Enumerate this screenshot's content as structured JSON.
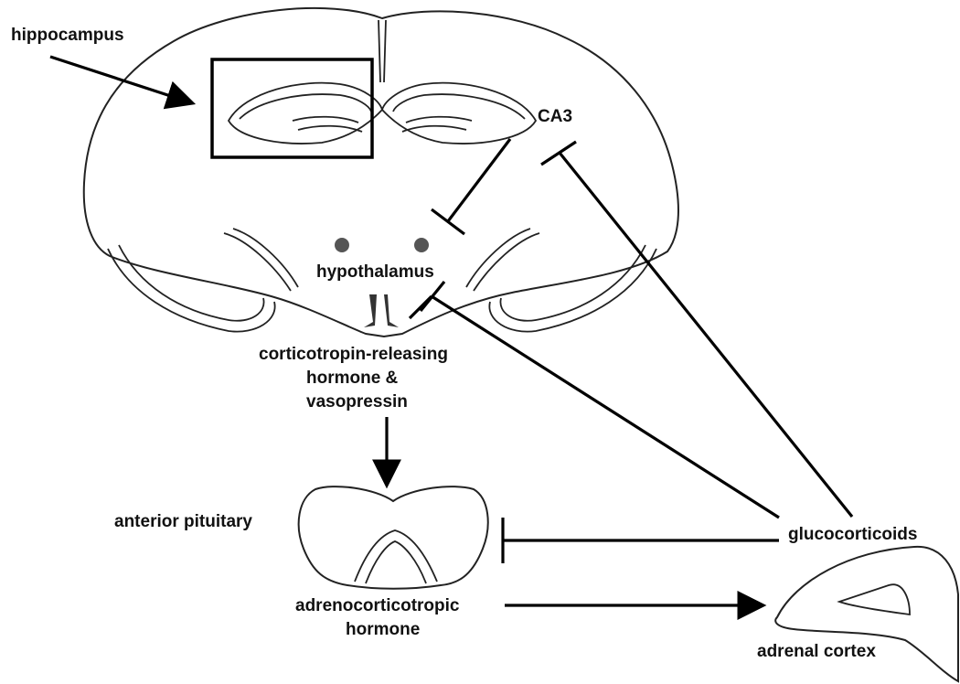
{
  "labels": {
    "hippocampus": "hippocampus",
    "ca3": "CA3",
    "hypothalamus": "hypothalamus",
    "crh_line1": "corticotropin-releasing",
    "crh_line2": "hormone &",
    "crh_line3": "vasopressin",
    "anterior_pituitary": "anterior pituitary",
    "acth_line1": "adrenocorticotropic",
    "acth_line2": "hormone",
    "glucocorticoids": "glucocorticoids",
    "adrenal_cortex": "adrenal cortex"
  },
  "colors": {
    "ink": "#000000",
    "outline": "#222222",
    "nucleus": "#555555"
  }
}
